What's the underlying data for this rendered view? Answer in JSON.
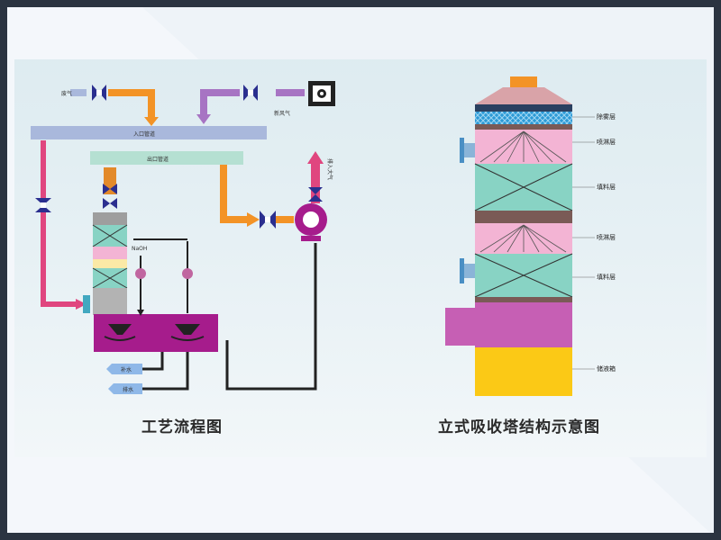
{
  "process_diagram": {
    "caption": "工艺流程图",
    "inlet_gas_label": "废气",
    "fresh_air_label": "新风气",
    "inlet_duct_label": "入口管道",
    "outlet_duct_label": "出口管道",
    "emission_label": "排入大气",
    "reagent_label": "NaOH",
    "water_in_label": "补水",
    "water_out_label": "排水"
  },
  "tower_diagram": {
    "caption": "立式吸收塔结构示意图",
    "layer_labels": [
      "除雾层",
      "喷淋层",
      "填料层",
      "喷淋层",
      "填料层",
      "储液箱"
    ]
  },
  "colors": {
    "inlet_duct": "#a9b8dc",
    "outlet_duct": "#b5e0d2",
    "orange_pipe": "#f39326",
    "pink_pipe": "#e0467f",
    "purple_pipe": "#a774c3",
    "tank": "#a61c8c",
    "valve": "#2b2f8f",
    "spray_section": "#f3b4d4",
    "packing_section": "#88d3c4",
    "demister": "#2c9ad6",
    "roof": "#d9a3a8",
    "tank_magenta": "#c65fb4",
    "tank_yellow": "#fbc916"
  }
}
